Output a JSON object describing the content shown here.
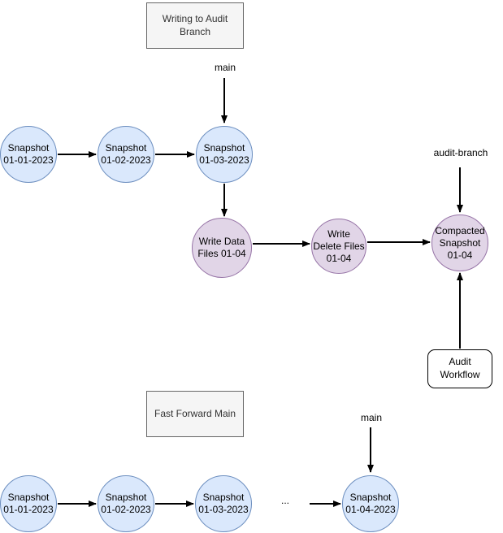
{
  "colors": {
    "snapshot_node_fill": "#dae8fc",
    "snapshot_node_border": "#6c8ebf",
    "audit_node_fill": "#e1d5e7",
    "audit_node_border": "#9673a6",
    "title_box_fill": "#f5f5f5",
    "title_box_border": "#666666",
    "arrow_color": "#000000"
  },
  "section_top": {
    "title": "Writing to Audit\nBranch",
    "main_label": "main",
    "audit_branch_label": "audit-branch",
    "snapshots": [
      {
        "text": "Snapshot\n01-01-2023"
      },
      {
        "text": "Snapshot\n01-02-2023"
      },
      {
        "text": "Snapshot\n01-03-2023"
      }
    ],
    "audit_nodes": [
      {
        "text": "Write Data\nFiles 01-04"
      },
      {
        "text": "Write\nDelete Files\n01-04"
      },
      {
        "text": "Compacted\nSnapshot\n01-04"
      }
    ],
    "workflow_box": {
      "text": "Audit\nWorkflow"
    }
  },
  "section_bottom": {
    "title": "Fast Forward Main",
    "main_label": "main",
    "ellipsis": "...",
    "snapshots": [
      {
        "text": "Snapshot\n01-01-2023"
      },
      {
        "text": "Snapshot\n01-02-2023"
      },
      {
        "text": "Snapshot\n01-03-2023"
      },
      {
        "text": "Snapshot\n01-04-2023"
      }
    ]
  }
}
